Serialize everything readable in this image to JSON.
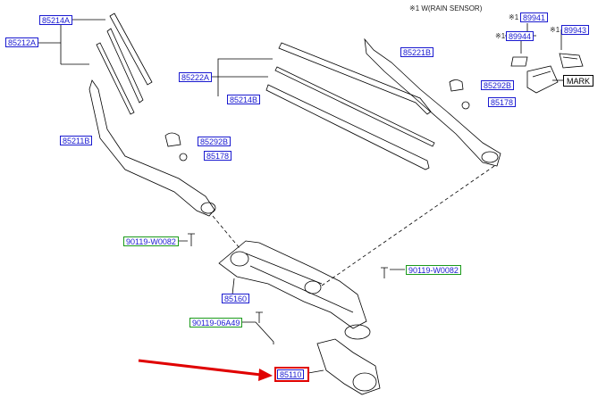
{
  "header_note": "※1 W(RAIN SENSOR)",
  "star_mark": "※1",
  "parts": {
    "p85214A": "85214A",
    "p85212A": "85212A",
    "p85211B": "85211B",
    "p85222A": "85222A",
    "p85214B": "85214B",
    "p85221B": "85221B",
    "p85292B_left": "85292B",
    "p85178_left": "85178",
    "p85292B_right": "85292B",
    "p85178_right": "85178",
    "p89941": "89941",
    "p89944": "89944",
    "p89943": "89943",
    "mark": "MARK",
    "p85160": "85160",
    "p85110": "85110",
    "b90119_W0082_left": "90119-W0082",
    "b90119_W0082_right": "90119-W0082",
    "b90119_06A49": "90119-06A49"
  },
  "highlight_color": "#e00000",
  "link_color": "#1a1ad0"
}
